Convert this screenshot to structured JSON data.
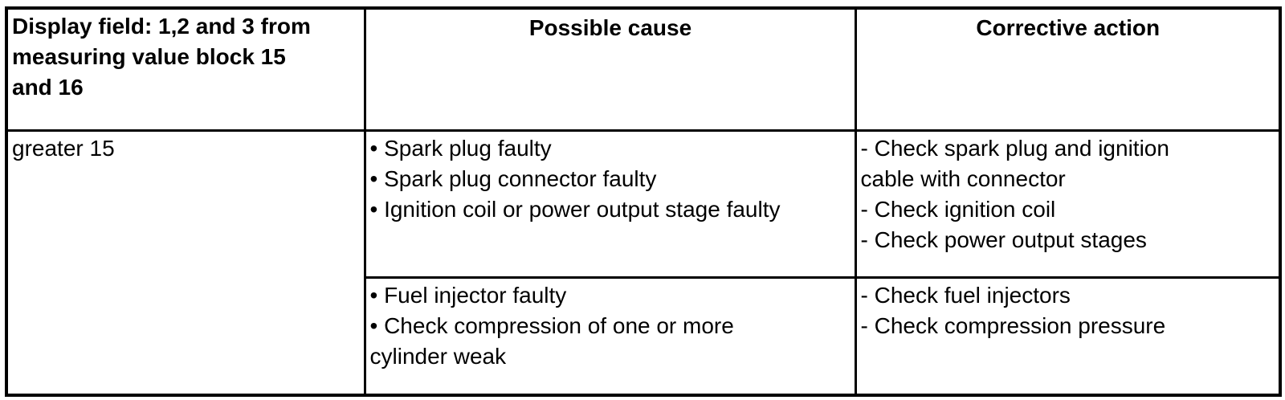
{
  "page": {
    "background_color": "#ffffff",
    "border_color": "#000000"
  },
  "table": {
    "header": {
      "display_field": {
        "lines": [
          "Display field: 1,2 and 3 from",
          "measuring value block 15",
          "and 16"
        ]
      },
      "possible_cause": "Possible cause",
      "corrective_action": "Corrective action"
    },
    "body": {
      "display_field_value": "greater 15",
      "row1": {
        "causes": {
          "lines": [
            "• Spark plug faulty",
            "• Spark plug connector faulty",
            "• Ignition coil or power output stage faulty"
          ]
        },
        "actions": {
          "lines": [
            "- Check spark plug and ignition",
            "cable with connector",
            "- Check ignition coil",
            "- Check power output stages"
          ]
        }
      },
      "row2": {
        "causes": {
          "lines": [
            "• Fuel injector faulty",
            "• Check compression of one or more",
            "cylinder weak"
          ]
        },
        "actions": {
          "lines": [
            "- Check fuel injectors",
            "- Check compression pressure"
          ]
        }
      }
    }
  }
}
